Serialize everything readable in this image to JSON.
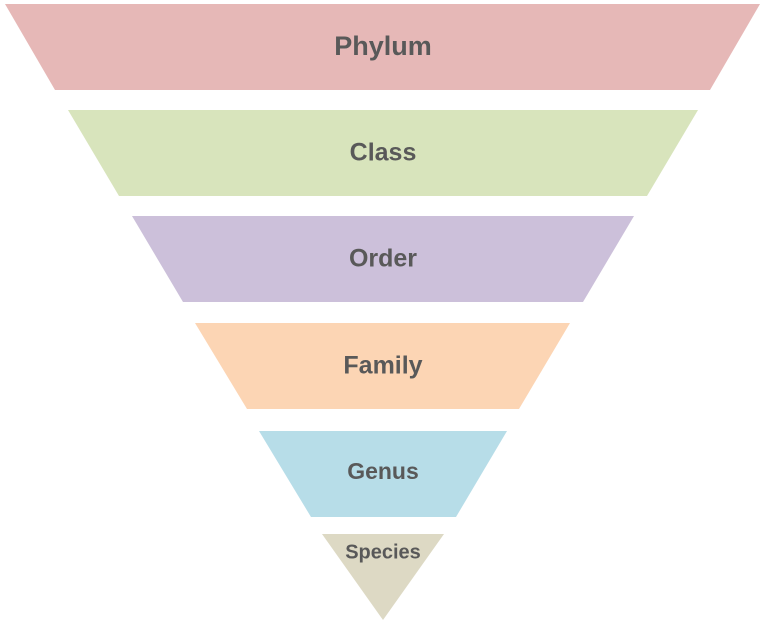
{
  "diagram": {
    "type": "inverted-pyramid",
    "levels": [
      {
        "label": "Phylum",
        "color": "#e6b8b7"
      },
      {
        "label": "Class",
        "color": "#d8e4bc"
      },
      {
        "label": "Order",
        "color": "#ccc0da"
      },
      {
        "label": "Family",
        "color": "#fcd5b4"
      },
      {
        "label": "Genus",
        "color": "#b7dde8"
      },
      {
        "label": "Species",
        "color": "#ddd9c4"
      }
    ],
    "text_color": "#595959"
  }
}
